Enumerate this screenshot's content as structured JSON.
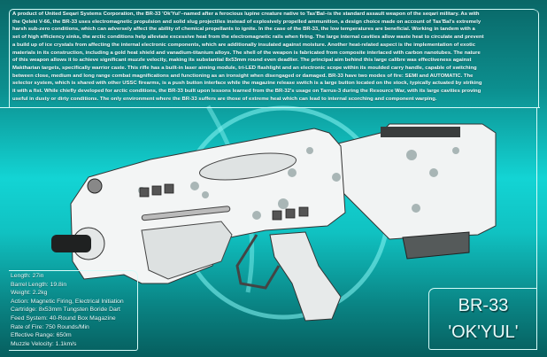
{
  "description_lines": [
    "A product of United Seqari Systems Corporation, the BR-33 'Ok'Yul'–named after a ferocious lupine creature native to Tas'Bal–is the standard assault weapon of the seqari military. As with",
    "the Qeleki V-66, the BR-33 uses electromagnetic propulsion and solid slug projectiles instead of explosively propelled ammunition, a design choice made on account of Tas'Bal's extremely",
    "harsh sub-zero conditions, which can adversely affect the ability of chemical propellants to ignite. In the case of the BR-33, the low temperatures are beneficial. Working in tandem with a",
    "set of high efficiency sinks, the arctic conditions help alleviate excessive heat from the electromagnetic rails when firing. The large internal cavities allow waste heat to circulate and prevent",
    "a build up of ice crystals from affecting the internal electronic components, which are additionally insulated against moisture. Another heat-related aspect is the implementation of exotic",
    "materials in its construction, including a gold heat shield and vanadium-titanium alloys. The shell of the weapon is fabricated from composite interlaced with carbon nanotubes. The nature",
    "of this weapon allows it to achieve significant muzzle velocity, making its substantial 8x53mm round even deadlier. The principal aim behind this large calibre was effectiveness against",
    "Maktharian targets, specifically warrior caste. This rifle has a built-in laser aiming module, tri-LED flashlight and an electronic scope within its moulded carry handle, capable of switching",
    "between close, medium and long range combat magnifications and functioning as an ironsight when disengaged or damaged. BR-33 have two modes of fire: SEMI and AUTOMATIC. The",
    "selector system, which is shared with other USSC firearms, is a push button interface while the magazine release switch is a large button located on the stock, typically actuated by striking",
    "it with a fist. While chiefly developed for arctic conditions, the BR-33 built upon lessons learned from the BR-32's usage on Tarrus-3 during the Resource War, with its large cavities proving",
    "useful in dusty or dirty conditions. The only environment where the BR-33 suffers are those of extreme heat which can lead to internal scorching and component warping."
  ],
  "specs": [
    "Length: 27in",
    "Barrel Length: 19.8in",
    "Weight: 2.2kg",
    "Action: Magnetic Firing, Electrical Initiation",
    "Cartridge: 8x53mm Tungsten Boride Dart",
    "Feed System: 40-Round Box Magazine",
    "Rate of Fire: 750 Rounds/Min",
    "Effective Range: 650m",
    "Muzzle Velocity: 1.1km/s"
  ],
  "title": {
    "model": "BR-33",
    "name": "'OK'YUL'"
  },
  "colors": {
    "accent": "#13d4d4",
    "frame": "#d6fbf8",
    "dark": "#065e5e"
  }
}
